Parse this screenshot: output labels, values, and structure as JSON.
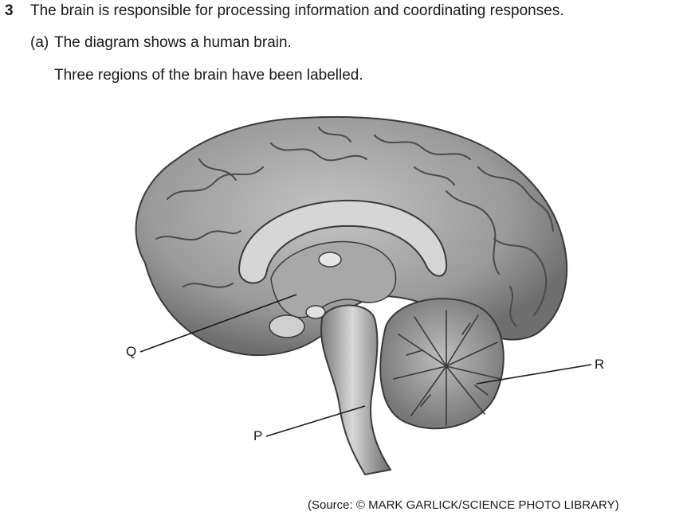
{
  "question": {
    "number": "3",
    "stem": "The brain is responsible for processing information and coordinating responses.",
    "part": {
      "label": "(a)",
      "text": "The diagram shows a human brain.",
      "subtext": "Three regions of the brain have been labelled."
    }
  },
  "diagram": {
    "labels": {
      "q": "Q",
      "p": "P",
      "r": "R"
    }
  },
  "source": "(Source: © MARK GARLICK/SCIENCE PHOTO LIBRARY)"
}
